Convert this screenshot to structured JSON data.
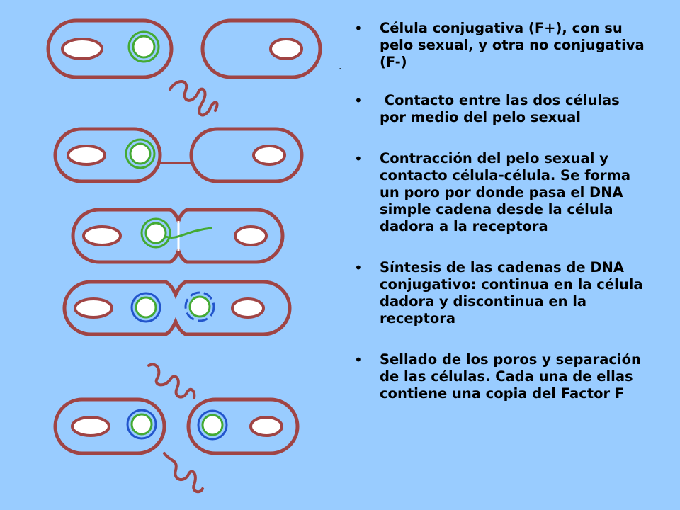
{
  "steps": [
    {
      "text": "Célula conjugativa (F+), con su pelo sexual, y otra no conjugativa (F-)"
    },
    {
      "text": " Contacto entre las dos células por medio del pelo sexual"
    },
    {
      "text": "Contracción del pelo sexual y contacto célula-célula. Se forma un poro por donde pasa el DNA simple cadena desde la célula dadora a la receptora"
    },
    {
      "text": "Síntesis de las cadenas de DNA conjugativo: continua en la célula dadora y discontinua en la receptora"
    },
    {
      "text": "Sellado de los poros y separación de las células. Cada una de ellas contiene una copia del Factor F"
    }
  ],
  "stray_mark": ".",
  "colors": {
    "background": "#99ccff",
    "cell_wall": "#a04444",
    "cell_fill": "#ffffff",
    "plasmid_green": "#44aa33",
    "plasmid_blue": "#2255cc",
    "text": "#000000"
  }
}
